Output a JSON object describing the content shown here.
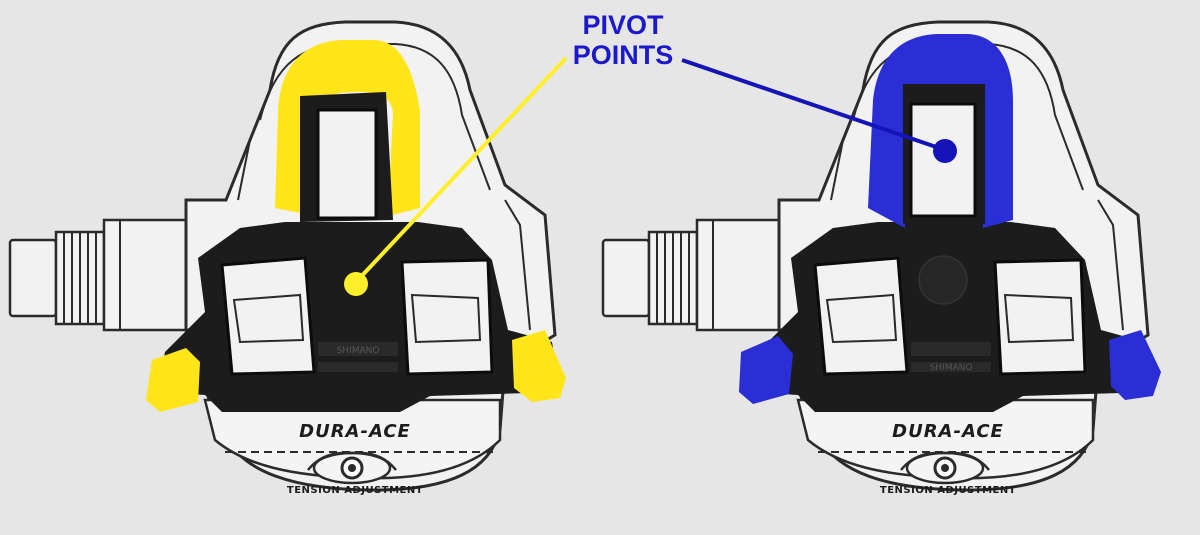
{
  "callout": {
    "line1": "PIVOT",
    "line2": "POINTS"
  },
  "pedals": [
    {
      "id": "left",
      "brand_label": "DURA-ACE",
      "tension_label": "TENSION ADJUSTMENT",
      "cleat_color": "#ffe51a",
      "cleat_label": "SHIMANO"
    },
    {
      "id": "right",
      "brand_label": "DURA-ACE",
      "tension_label": "TENSION ADJUSTMENT",
      "cleat_color": "#2a2ed4",
      "cleat_label": "SHIMANO"
    }
  ],
  "colors": {
    "background": "#e6e6e6",
    "outline": "#2b2b2b",
    "cleat_body": "#1c1c1c",
    "yellow_pointer": "#ffef2a",
    "blue_pointer": "#1414b8",
    "callout_text": "#1a1acc"
  }
}
